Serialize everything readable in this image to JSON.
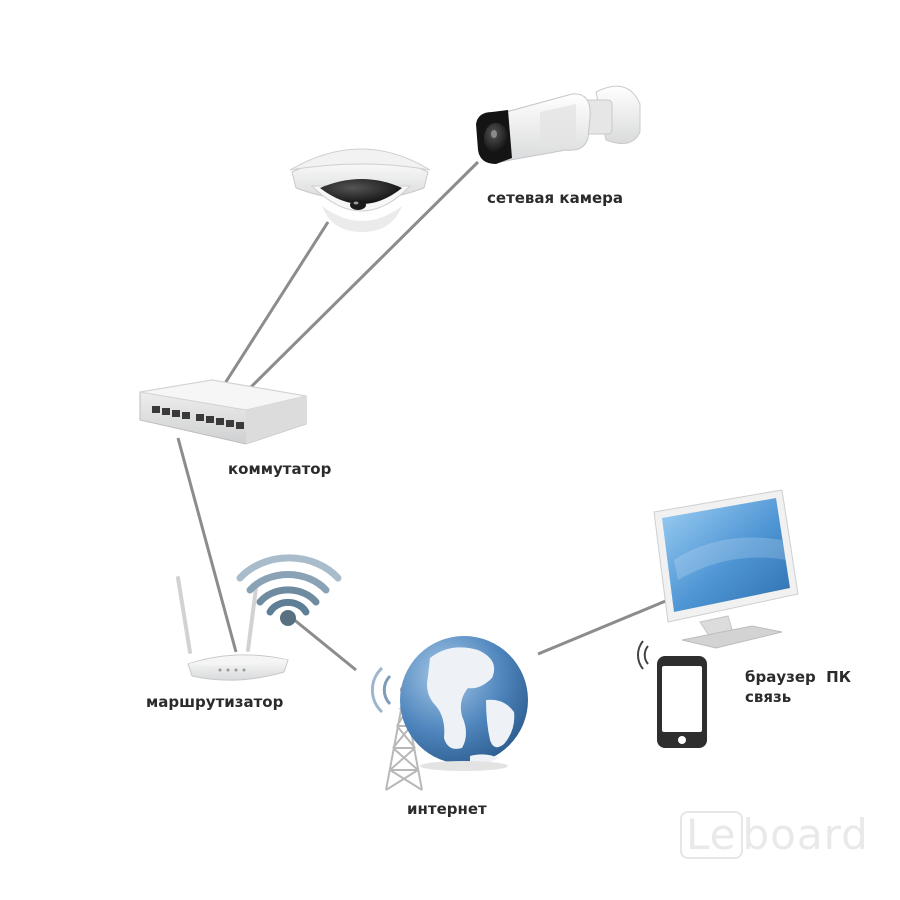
{
  "nodes": {
    "camera": {
      "label": "сетевая камера"
    },
    "switch": {
      "label": "коммутатор"
    },
    "router": {
      "label": "маршрутизатор"
    },
    "internet": {
      "label": "интернет"
    },
    "pc": {
      "label_line1": "браузер  ПК",
      "label_line2": "связь"
    }
  },
  "watermark": {
    "prefix": "Le",
    "suffix": "board"
  },
  "colors": {
    "connection_line": "#8c8c8c",
    "globe_ocean": "#4f86bd",
    "globe_land": "#eef2f6",
    "wifi": "#5f8198",
    "monitor_screen": "#5d9fd8",
    "text": "#2b2b2b"
  },
  "icons": [
    "dome-camera-icon",
    "bullet-camera-icon",
    "network-switch-icon",
    "wifi-router-icon",
    "wifi-signal-icon",
    "globe-icon",
    "radio-tower-icon",
    "monitor-icon",
    "smartphone-icon"
  ]
}
